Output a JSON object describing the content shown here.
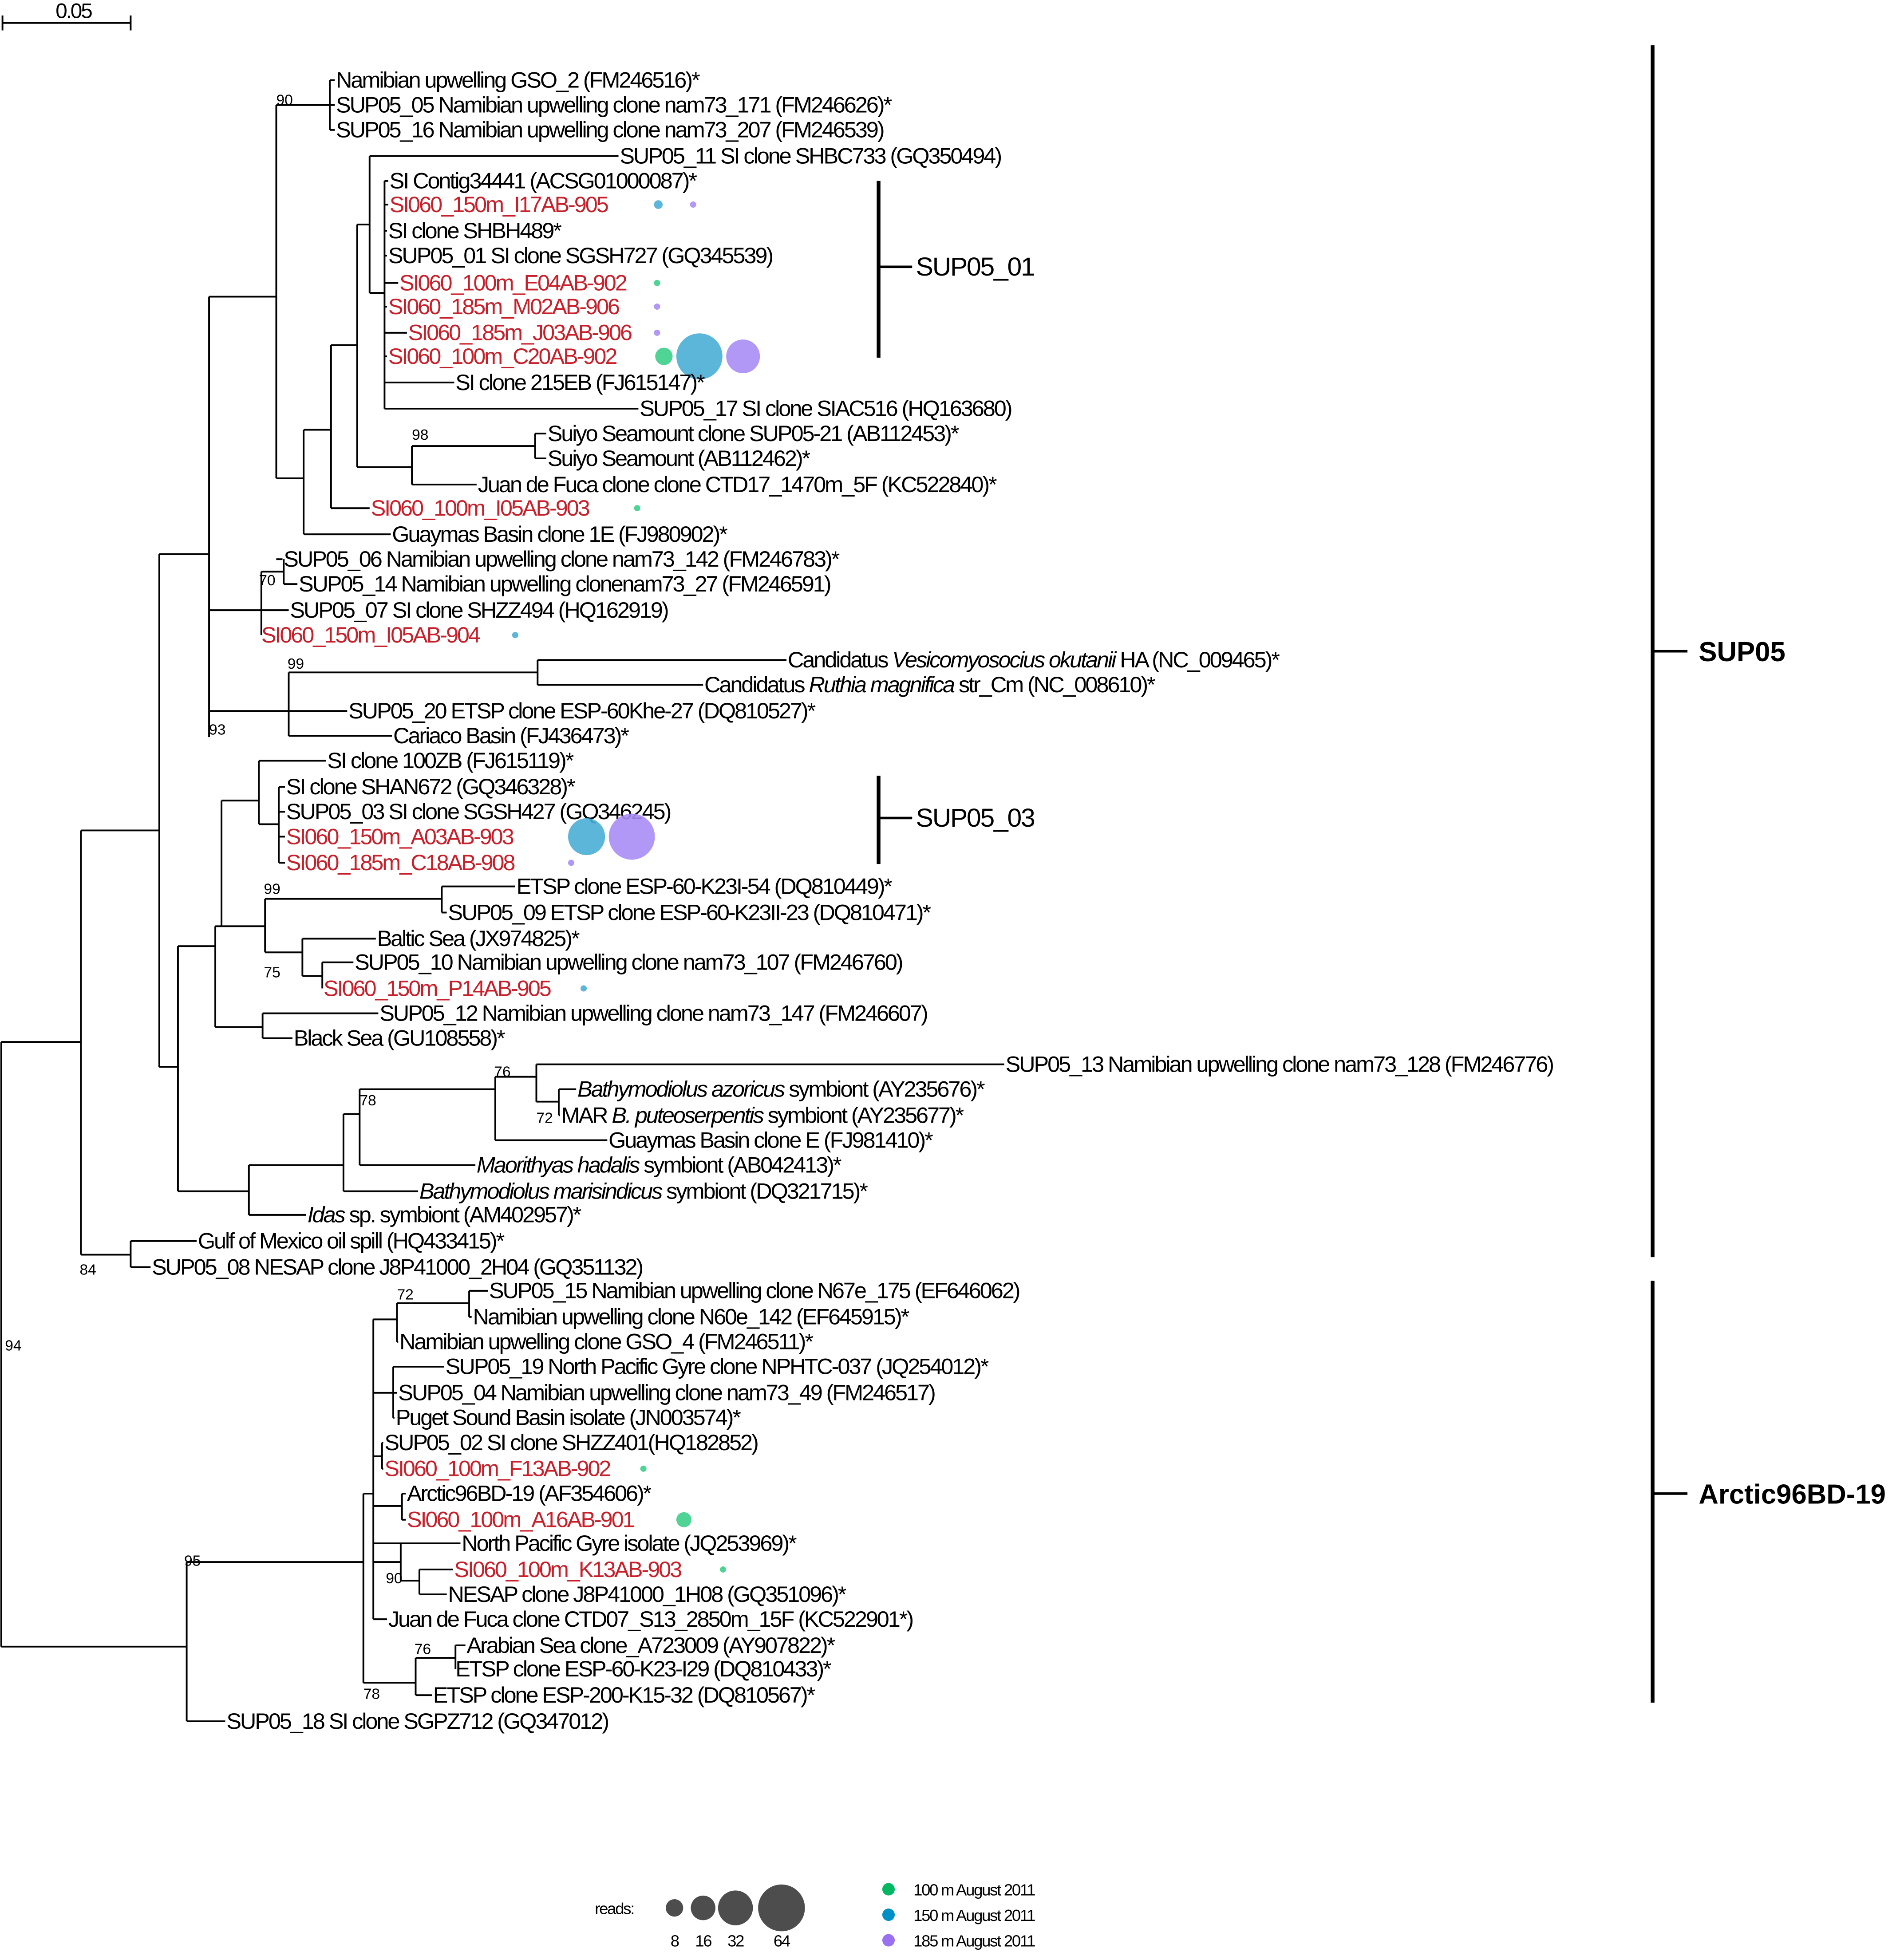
{
  "scale_bar": {
    "label": "0.05"
  },
  "colors": {
    "isolate_text": "#c8202a",
    "100m": "#3dcf8a",
    "150m": "#49aed6",
    "185m": "#a98cf5",
    "legend_100m": "#00b862",
    "legend_150m": "#0090c8",
    "legend_185m": "#9a70f0",
    "reads_scale": "#4d4d4d"
  },
  "leaves": [
    {
      "label": [
        {
          "t": "Namibian upwelling GSO_2 (FM246516)*"
        }
      ]
    },
    {
      "label": [
        {
          "t": "SUP05_05 Namibian upwelling clone nam73_171 (FM246626)*"
        }
      ]
    },
    {
      "label": [
        {
          "t": "SUP05_16 Namibian upwelling clone nam73_207 (FM246539)"
        }
      ]
    },
    {
      "label": [
        {
          "t": "SUP05_11 SI clone SHBC733 (GQ350494)"
        }
      ]
    },
    {
      "label": [
        {
          "t": "SI Contig34441 (ACSG01000087)*"
        }
      ]
    },
    {
      "label": [
        {
          "t": "SI060_150m_I17AB-905"
        }
      ],
      "isolate": true,
      "reads": [
        {
          "depth": "150m",
          "n": 2
        },
        {
          "depth": "185m",
          "n": 1
        }
      ]
    },
    {
      "label": [
        {
          "t": "SI clone SHBH489*"
        }
      ]
    },
    {
      "label": [
        {
          "t": "SUP05_01 SI clone SGSH727 (GQ345539)"
        }
      ]
    },
    {
      "label": [
        {
          "t": "SI060_100m_E04AB-902"
        }
      ],
      "isolate": true,
      "reads": [
        {
          "depth": "100m",
          "n": 1
        }
      ]
    },
    {
      "label": [
        {
          "t": "SI060_185m_M02AB-906"
        }
      ],
      "isolate": true,
      "reads": [
        {
          "depth": "185m",
          "n": 1
        }
      ]
    },
    {
      "label": [
        {
          "t": "SI060_185m_J03AB-906"
        }
      ],
      "isolate": true,
      "reads": [
        {
          "depth": "185m",
          "n": 1
        }
      ]
    },
    {
      "label": [
        {
          "t": "SI060_100m_C20AB-902"
        }
      ],
      "isolate": true,
      "reads": [
        {
          "depth": "100m",
          "n": 8
        },
        {
          "depth": "150m",
          "n": 56
        },
        {
          "depth": "185m",
          "n": 30
        }
      ]
    },
    {
      "label": [
        {
          "t": "SI clone 215EB (FJ615147)*"
        }
      ]
    },
    {
      "label": [
        {
          "t": "SUP05_17 SI clone SIAC516 (HQ163680)"
        }
      ]
    },
    {
      "label": [
        {
          "t": "Suiyo Seamount clone SUP05-21 (AB112453)*"
        }
      ]
    },
    {
      "label": [
        {
          "t": "Suiyo Seamount (AB112462)*"
        }
      ]
    },
    {
      "label": [
        {
          "t": "Juan de Fuca clone clone CTD17_1470m_5F (KC522840)*"
        }
      ]
    },
    {
      "label": [
        {
          "t": "SI060_100m_I05AB-903"
        }
      ],
      "isolate": true,
      "reads": [
        {
          "depth": "100m",
          "n": 1
        }
      ]
    },
    {
      "label": [
        {
          "t": "Guaymas Basin clone 1E (FJ980902)*"
        }
      ]
    },
    {
      "label": [
        {
          "t": "SUP05_06 Namibian upwelling clone nam73_142 (FM246783)*"
        }
      ]
    },
    {
      "label": [
        {
          "t": "SUP05_14 Namibian upwelling clonenam73_27 (FM246591)"
        }
      ]
    },
    {
      "label": [
        {
          "t": "SUP05_07 SI clone SHZZ494 (HQ162919)"
        }
      ]
    },
    {
      "label": [
        {
          "t": "SI060_150m_I05AB-904"
        }
      ],
      "isolate": true,
      "reads": [
        {
          "depth": "150m",
          "n": 1
        }
      ]
    },
    {
      "label": [
        {
          "t": "Candidatus "
        },
        {
          "t": "Vesicomyosocius okutanii",
          "i": true
        },
        {
          "t": " HA (NC_009465)*"
        }
      ]
    },
    {
      "label": [
        {
          "t": "Candidatus "
        },
        {
          "t": "Ruthia magnifica",
          "i": true
        },
        {
          "t": " str_Cm (NC_008610)*"
        }
      ]
    },
    {
      "label": [
        {
          "t": "SUP05_20 ETSP clone ESP-60Khe-27 (DQ810527)*"
        }
      ]
    },
    {
      "label": [
        {
          "t": "Cariaco Basin (FJ436473)*"
        }
      ]
    },
    {
      "label": [
        {
          "t": "SI clone 100ZB (FJ615119)*"
        }
      ]
    },
    {
      "label": [
        {
          "t": "SI clone SHAN672 (GQ346328)*"
        }
      ]
    },
    {
      "label": [
        {
          "t": "SUP05_03 SI clone SGSH427 (GQ346245)"
        }
      ]
    },
    {
      "label": [
        {
          "t": "SI060_150m_A03AB-903"
        }
      ],
      "isolate": true,
      "reads": [
        {
          "depth": "150m",
          "n": 36
        },
        {
          "depth": "185m",
          "n": 56
        }
      ]
    },
    {
      "label": [
        {
          "t": "SI060_185m_C18AB-908"
        }
      ],
      "isolate": true,
      "reads": [
        {
          "depth": "185m",
          "n": 1
        }
      ]
    },
    {
      "label": [
        {
          "t": "ETSP clone ESP-60-K23I-54 (DQ810449)*"
        }
      ]
    },
    {
      "label": [
        {
          "t": "SUP05_09 ETSP clone ESP-60-K23II-23 (DQ810471)*"
        }
      ]
    },
    {
      "label": [
        {
          "t": "Baltic Sea (JX974825)*"
        }
      ]
    },
    {
      "label": [
        {
          "t": "SUP05_10 Namibian upwelling clone nam73_107 (FM246760)"
        }
      ]
    },
    {
      "label": [
        {
          "t": "SI060_150m_P14AB-905"
        }
      ],
      "isolate": true,
      "reads": [
        {
          "depth": "150m",
          "n": 1
        }
      ]
    },
    {
      "label": [
        {
          "t": "SUP05_12 Namibian upwelling clone nam73_147 (FM246607)"
        }
      ]
    },
    {
      "label": [
        {
          "t": "Black Sea (GU108558)*"
        }
      ]
    },
    {
      "label": [
        {
          "t": "SUP05_13 Namibian upwelling clone nam73_128 (FM246776)"
        }
      ]
    },
    {
      "label": [
        {
          "t": "Bathymodiolus azoricus",
          "i": true
        },
        {
          "t": " symbiont (AY235676)*"
        }
      ]
    },
    {
      "label": [
        {
          "t": "MAR "
        },
        {
          "t": "B. puteoserpentis",
          "i": true
        },
        {
          "t": " symbiont (AY235677)*"
        }
      ]
    },
    {
      "label": [
        {
          "t": "Guaymas Basin clone E (FJ981410)*"
        }
      ]
    },
    {
      "label": [
        {
          "t": "Maorithyas hadalis",
          "i": true
        },
        {
          "t": " symbiont (AB042413)*"
        }
      ]
    },
    {
      "label": [
        {
          "t": "Bathymodiolus marisindicus",
          "i": true
        },
        {
          "t": " symbiont (DQ321715)*"
        }
      ]
    },
    {
      "label": [
        {
          "t": "Idas",
          "i": true
        },
        {
          "t": " sp. symbiont (AM402957)*"
        }
      ]
    },
    {
      "label": [
        {
          "t": "Gulf of Mexico oil spill (HQ433415)*"
        }
      ]
    },
    {
      "label": [
        {
          "t": "SUP05_08 NESAP clone J8P41000_2H04 (GQ351132)"
        }
      ]
    },
    {
      "label": [
        {
          "t": "SUP05_15 Namibian upwelling clone N67e_175 (EF646062)"
        }
      ]
    },
    {
      "label": [
        {
          "t": "Namibian upwelling clone N60e_142 (EF645915)*"
        }
      ]
    },
    {
      "label": [
        {
          "t": "Namibian upwelling clone GSO_4 (FM246511)*"
        }
      ]
    },
    {
      "label": [
        {
          "t": "SUP05_19 North Pacific Gyre clone NPHTC-037 (JQ254012)*"
        }
      ]
    },
    {
      "label": [
        {
          "t": "SUP05_04 Namibian upwelling clone nam73_49 (FM246517)"
        }
      ]
    },
    {
      "label": [
        {
          "t": "Puget Sound Basin isolate (JN003574)*"
        }
      ]
    },
    {
      "label": [
        {
          "t": "SUP05_02 SI clone SHZZ401(HQ182852)"
        }
      ]
    },
    {
      "label": [
        {
          "t": "SI060_100m_F13AB-902"
        }
      ],
      "isolate": true,
      "reads": [
        {
          "depth": "100m",
          "n": 1
        }
      ]
    },
    {
      "label": [
        {
          "t": "Arctic96BD-19 (AF354606)*"
        }
      ]
    },
    {
      "label": [
        {
          "t": "SI060_100m_A16AB-901"
        }
      ],
      "isolate": true,
      "reads": [
        {
          "depth": "100m",
          "n": 6
        }
      ]
    },
    {
      "label": [
        {
          "t": "North Pacific Gyre isolate (JQ253969)*"
        }
      ]
    },
    {
      "label": [
        {
          "t": "SI060_100m_K13AB-903"
        }
      ],
      "isolate": true,
      "reads": [
        {
          "depth": "100m",
          "n": 1
        }
      ]
    },
    {
      "label": [
        {
          "t": "NESAP clone J8P41000_1H08 (GQ351096)*"
        }
      ]
    },
    {
      "label": [
        {
          "t": "Juan de Fuca clone CTD07_S13_2850m_15F (KC522901*)"
        }
      ]
    },
    {
      "label": [
        {
          "t": "Arabian Sea clone_A723009 (AY907822)*"
        }
      ]
    },
    {
      "label": [
        {
          "t": "ETSP clone ESP-60-K23-I29 (DQ810433)*"
        }
      ]
    },
    {
      "label": [
        {
          "t": "ETSP clone ESP-200-K15-32 (DQ810567)*"
        }
      ]
    },
    {
      "label": [
        {
          "t": "SUP05_18 SI clone SGPZ712 (GQ347012)"
        }
      ]
    }
  ],
  "bootstrap": [
    "90",
    "98",
    "70",
    "99",
    "93",
    "99",
    "75",
    "76",
    "72",
    "78",
    "84",
    "94",
    "72",
    "90",
    "76",
    "78",
    "95"
  ],
  "clades": {
    "sup05_01": "SUP05_01",
    "sup05_03": "SUP05_03",
    "sup05": "SUP05",
    "arctic": "Arctic96BD-19"
  },
  "legend": {
    "reads_label": "reads:",
    "sizes": [
      {
        "n": 8,
        "label": "8"
      },
      {
        "n": 16,
        "label": "16"
      },
      {
        "n": 32,
        "label": "32"
      },
      {
        "n": 64,
        "label": "64"
      }
    ],
    "depths": [
      {
        "key": "100m",
        "label": "100 m August 2011"
      },
      {
        "key": "150m",
        "label": "150 m August 2011"
      },
      {
        "key": "185m",
        "label": "185 m August 2011"
      }
    ]
  }
}
